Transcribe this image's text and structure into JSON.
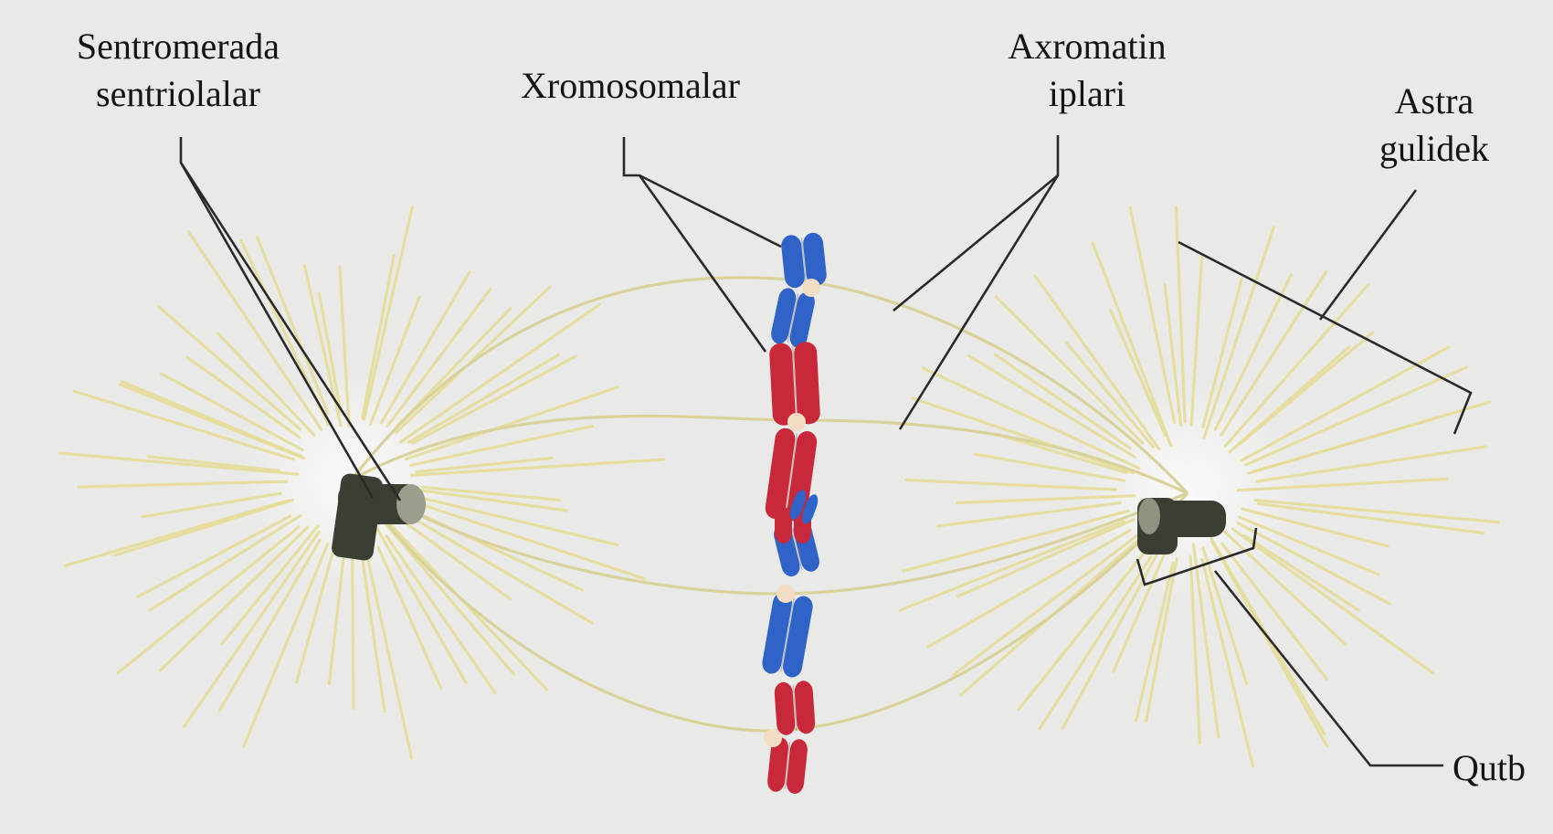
{
  "labels": {
    "centrioles": [
      "Sentromerada",
      "sentriolalar"
    ],
    "chromosomes": "Xromosomalar",
    "spindle": [
      "Axromatin",
      "iplari"
    ],
    "aster": [
      "Astra",
      "gulidek"
    ],
    "pole": "Qutb"
  },
  "colors": {
    "background": "#e9eae8",
    "astral_rays": "#e6dc9a",
    "spindle_fibers": "#d9d29a",
    "chromatid_blue": "#2f63c8",
    "chromatid_red": "#c9283a",
    "centromere": "#f2dcc4",
    "centriole": "#3b3e33",
    "leader_lines": "#2a2a2a"
  }
}
